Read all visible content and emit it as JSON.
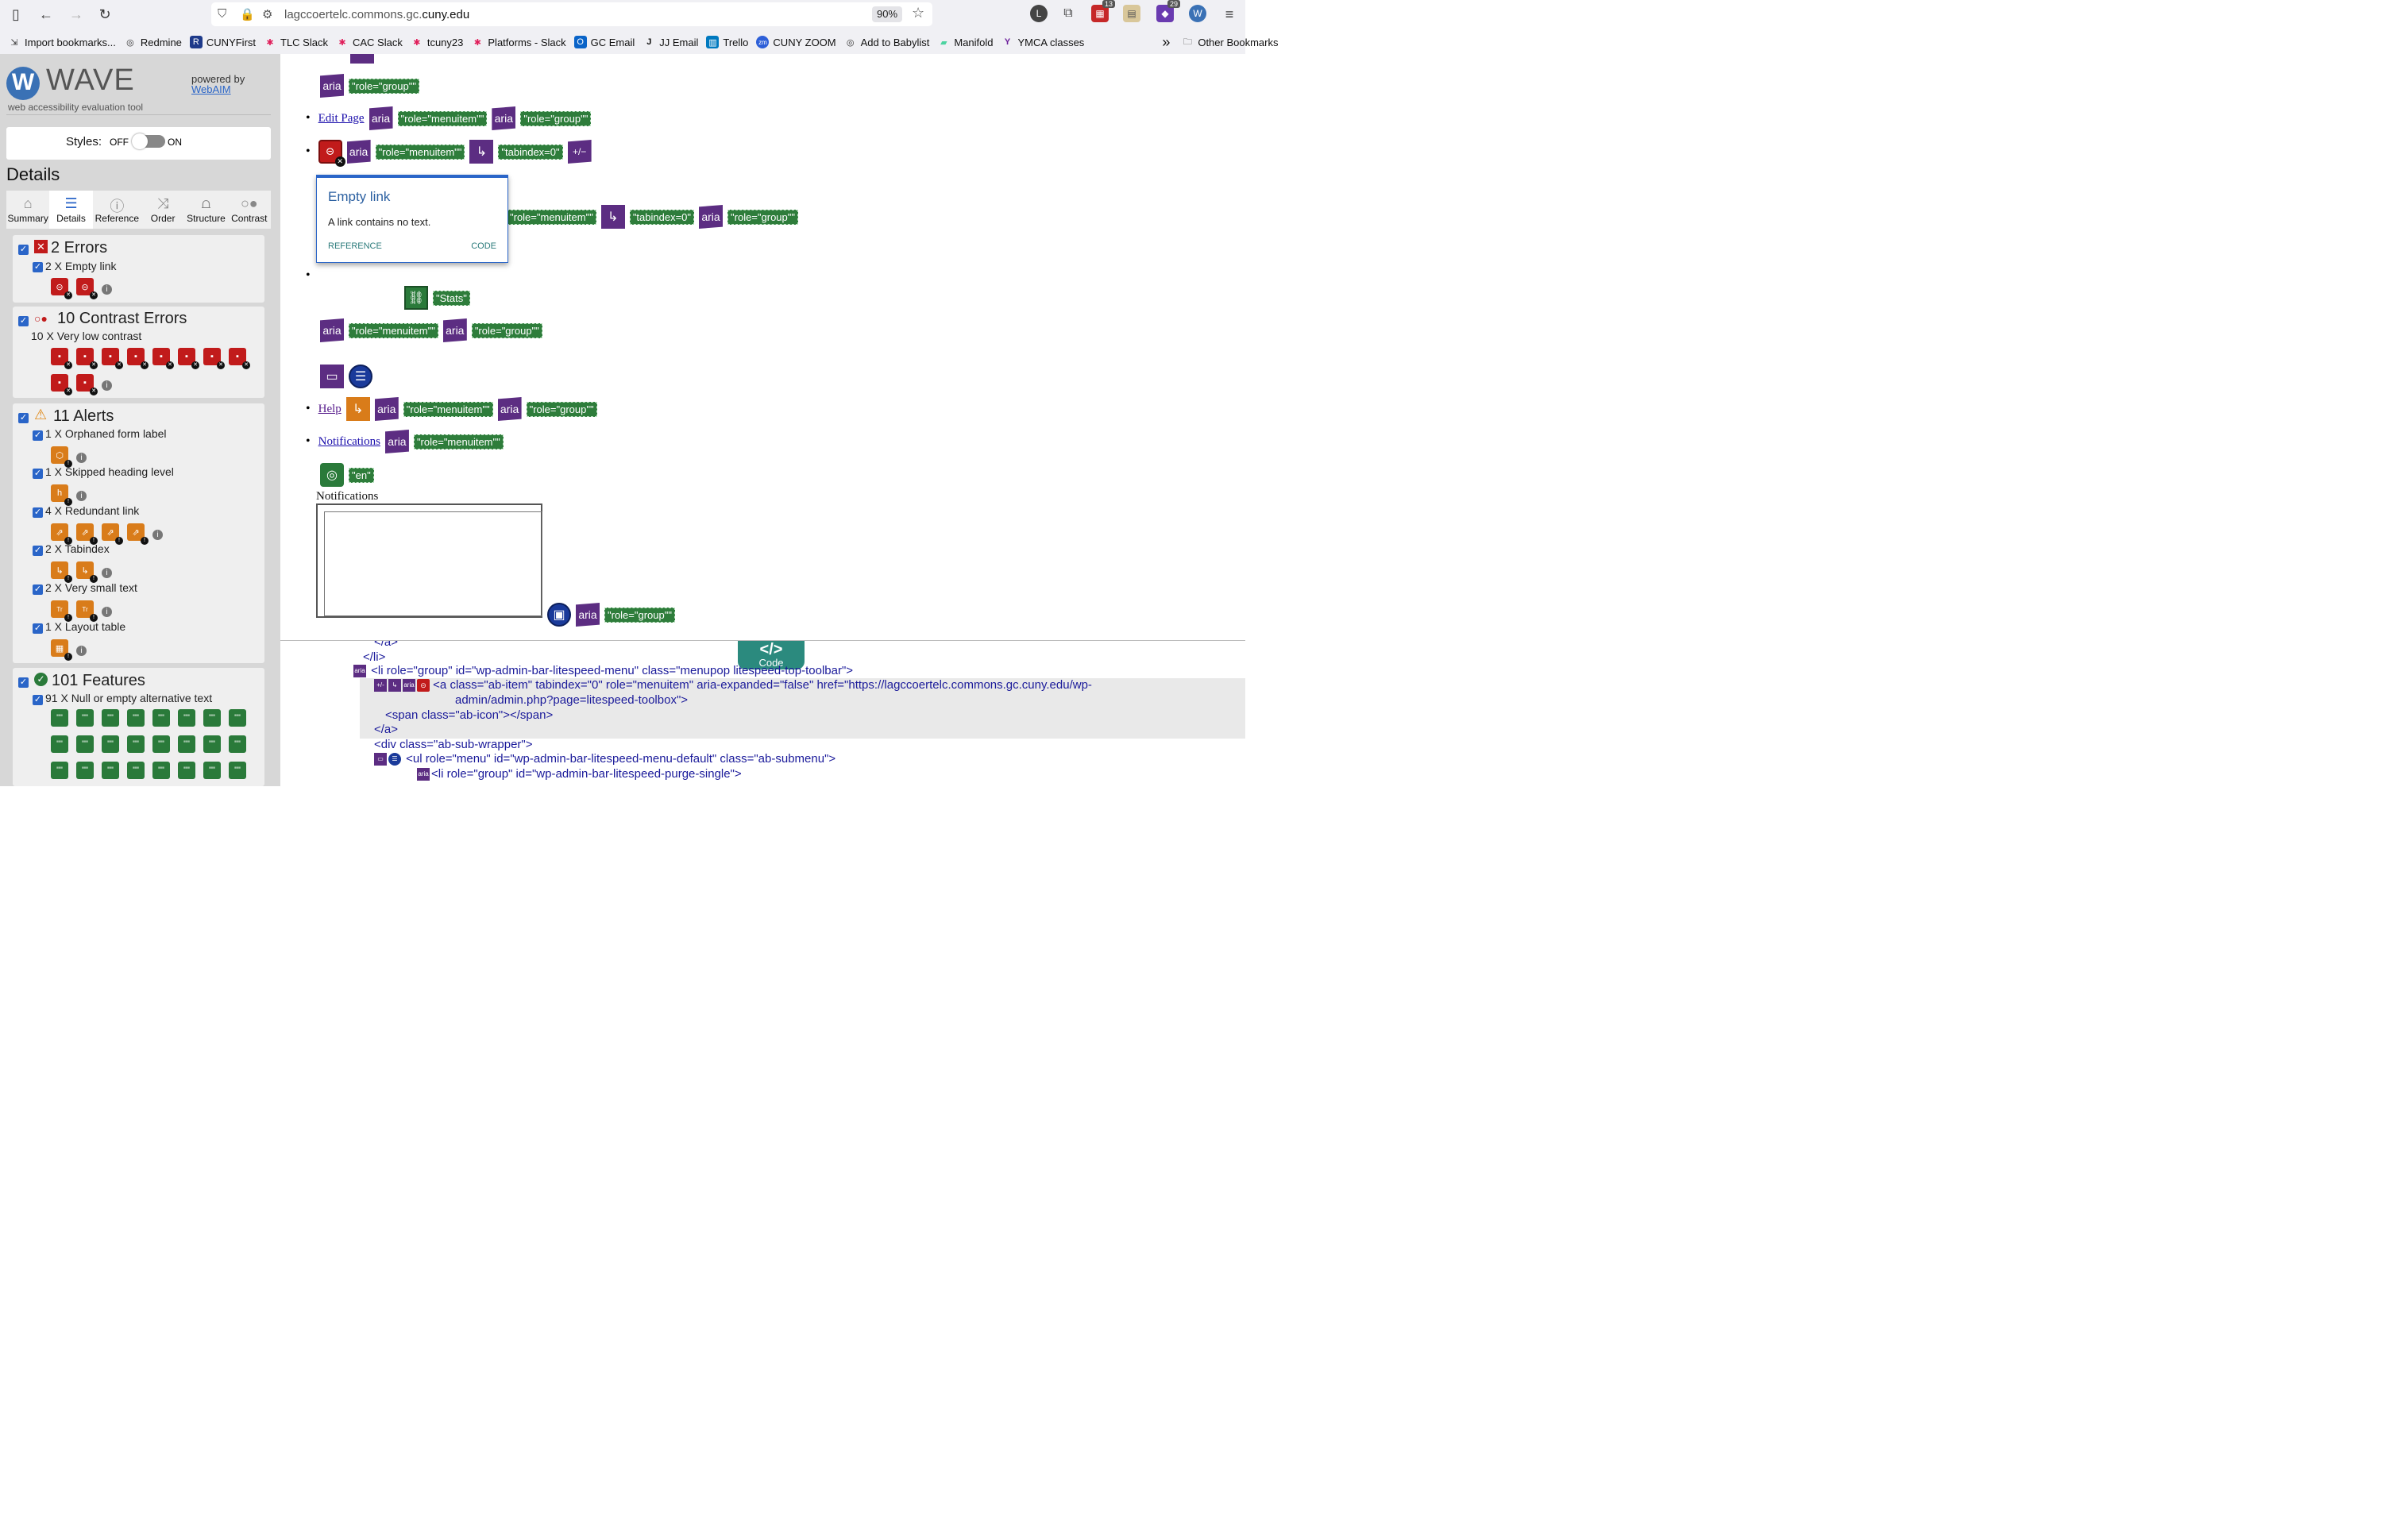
{
  "browser": {
    "url_prefix": "lagccoertelc.commons.gc.",
    "url_domain": "cuny.edu",
    "zoom": "90%",
    "ext_badge_1": "13",
    "ext_badge_2": "29"
  },
  "bookmarks": [
    "Import bookmarks...",
    "Redmine",
    "CUNYFirst",
    "TLC Slack",
    "CAC Slack",
    "tcuny23",
    "Platforms - Slack",
    "GC Email",
    "JJ Email",
    "Trello",
    "CUNY ZOOM",
    "Add to Babylist",
    "Manifold",
    "YMCA classes"
  ],
  "bookmarks_more": "»",
  "other_bookmarks": "Other Bookmarks",
  "wave": {
    "title": "WAVE",
    "subtitle": "web accessibility evaluation tool",
    "powered_by": "powered by",
    "webaim": "WebAIM",
    "styles_label": "Styles:",
    "off": "OFF",
    "on": "ON",
    "details_heading": "Details",
    "tabs": [
      "Summary",
      "Details",
      "Reference",
      "Order",
      "Structure",
      "Contrast"
    ],
    "errors": {
      "title": "2 Errors",
      "item": "2 X Empty link"
    },
    "contrast": {
      "title": "10 Contrast Errors",
      "item": "10 X Very low contrast"
    },
    "alerts": {
      "title": "11 Alerts",
      "items": [
        "1 X Orphaned form label",
        "1 X Skipped heading level",
        "4 X Redundant link",
        "2 X Tabindex",
        "2 X Very small text",
        "1 X Layout table"
      ]
    },
    "features": {
      "title": "101 Features",
      "item": "91 X Null or empty alternative text"
    }
  },
  "page": {
    "aria": "aria",
    "role_group": "\"role=\"group\"\"",
    "role_menuitem": "\"role=\"menuitem\"\"",
    "tabindex": "\"tabindex=0\"",
    "plusminus": "+/−",
    "edit_page": "Edit Page",
    "help": "Help",
    "notifications": "Notifications",
    "stats": "\"Stats\"",
    "lang": "\"en\"",
    "notifications_label": "Notifications",
    "tooltip": {
      "title": "Empty link",
      "body": "A link contains no text.",
      "reference": "REFERENCE",
      "code": "CODE"
    }
  },
  "code": {
    "tab_label": "Code",
    "lines": [
      "</a>",
      "</li>",
      "<li role=\"group\" id=\"wp-admin-bar-litespeed-menu\" class=\"menupop litespeed-top-toolbar\">",
      "<a class=\"ab-item\" tabindex=\"0\" role=\"menuitem\" aria-expanded=\"false\" href=\"https://lagccoertelc.commons.gc.cuny.edu/wp-",
      "admin/admin.php?page=litespeed-toolbox\">",
      "<span class=\"ab-icon\"></span>",
      "</a>",
      "<div class=\"ab-sub-wrapper\">",
      "<ul role=\"menu\" id=\"wp-admin-bar-litespeed-menu-default\" class=\"ab-submenu\">",
      "<li role=\"group\" id=\"wp-admin-bar-litespeed-purge-single\">"
    ]
  }
}
